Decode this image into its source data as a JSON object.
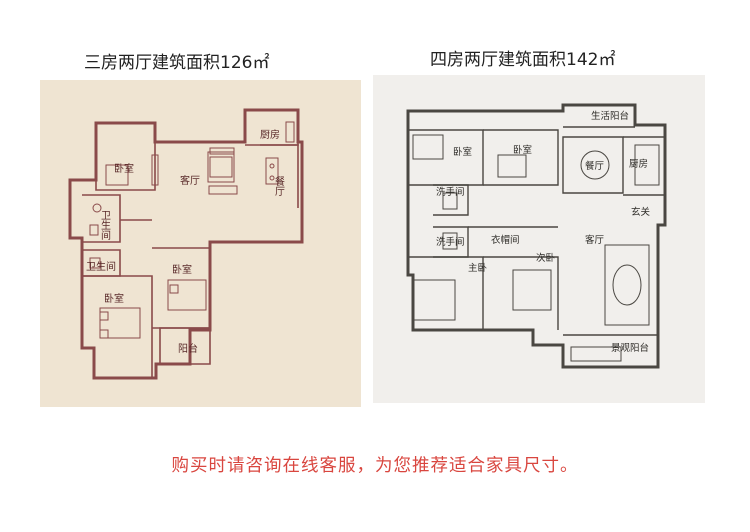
{
  "left_plan": {
    "title": "三房两厅建筑面积126㎡",
    "rooms": {
      "bedroom_a": "卧室",
      "living": "客厅",
      "kitchen": "厨房",
      "dining": "餐厅",
      "bath_a": "卫生间",
      "bath_b": "卫生间",
      "bedroom_b": "卧室",
      "bedroom_c": "卧室",
      "balcony": "阳台"
    }
  },
  "right_plan": {
    "title": "四房两厅建筑面积142㎡",
    "rooms": {
      "service_balcony": "生活阳台",
      "bedroom_a": "卧室",
      "bedroom_b": "卧室",
      "dining": "餐厅",
      "kitchen": "厨房",
      "wash_a": "洗手间",
      "wash_b": "洗手间",
      "entry": "玄关",
      "cloakroom": "衣帽间",
      "living": "客厅",
      "master": "主卧",
      "second": "次卧",
      "view_balcony": "景观阳台"
    }
  },
  "footer_text": "购买时请咨询在线客服，为您推荐适合家具尺寸。"
}
